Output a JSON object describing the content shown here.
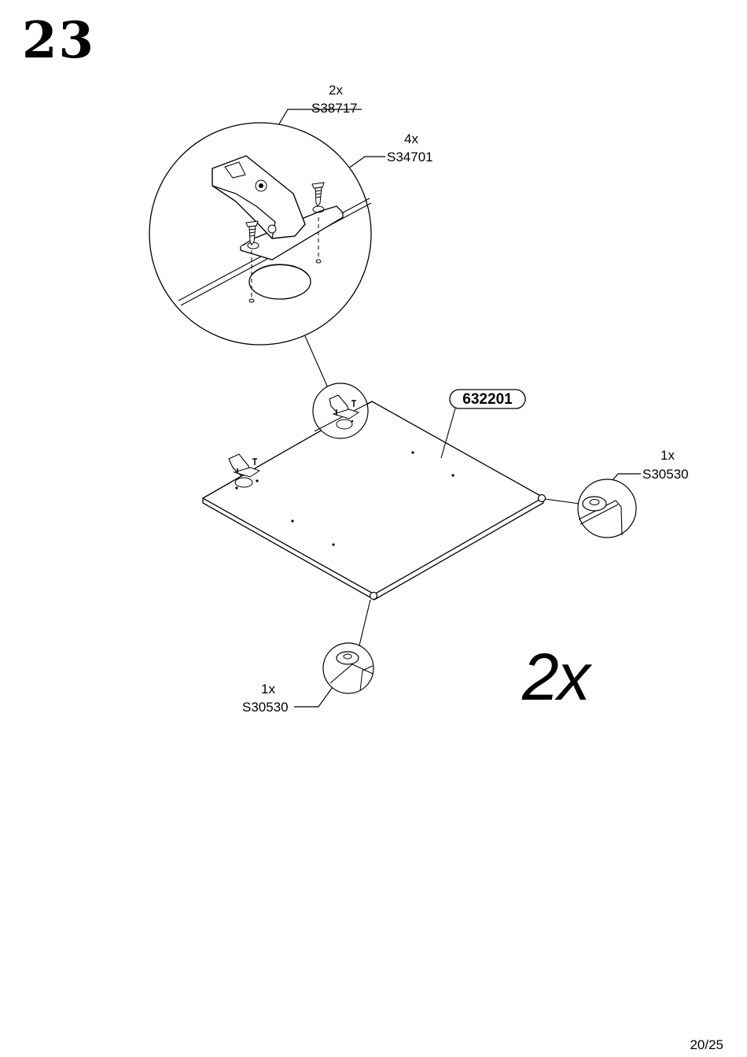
{
  "step": {
    "number": "23"
  },
  "callouts": {
    "hinge": {
      "qty": "2x",
      "code": "S38717"
    },
    "screw": {
      "qty": "4x",
      "code": "S34701"
    },
    "glide_right": {
      "qty": "1x",
      "code": "S30530"
    },
    "glide_bottom": {
      "qty": "1x",
      "code": "S30530"
    }
  },
  "panel": {
    "code": "632201"
  },
  "assembly_multiplier": "2x",
  "footer": {
    "page": "20/25"
  }
}
